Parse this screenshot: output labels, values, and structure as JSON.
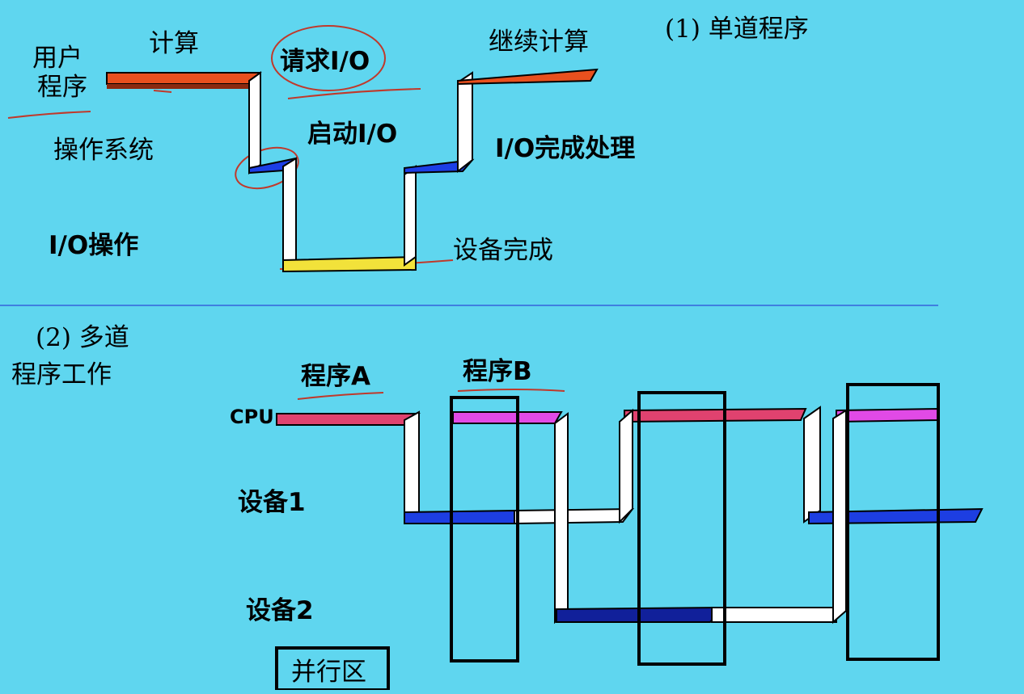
{
  "colors": {
    "background": "#5fd6ef",
    "user_compute": "#e8501e",
    "os_bar": "#1c3ee6",
    "io_bar": "#f2e23a",
    "program_a": "#e0426f",
    "program_b": "#e14ae6",
    "device_bar": "#1d3ee2",
    "device2_bar": "#11209a",
    "annotation_red": "#c0392b",
    "divider": "#3f7fe0"
  },
  "single": {
    "title": "(1)  单道程序",
    "lane_user_1": "用户",
    "lane_user_2": "程序",
    "lane_os": "操作系统",
    "lane_io": "I/O操作",
    "label_compute": "计算",
    "label_request_io": "请求I/O",
    "label_start_io": "启动I/O",
    "label_continue": "继续计算",
    "label_io_done_handle": "I/O完成处理",
    "label_device_done": "设备完成"
  },
  "multi": {
    "title_1": "(2)  多道",
    "title_2": "程序工作",
    "program_a": "程序A",
    "program_b": "程序B",
    "lane_cpu": "CPU",
    "lane_device1": "设备1",
    "lane_device2": "设备2",
    "parallel_zone": "并行区"
  }
}
